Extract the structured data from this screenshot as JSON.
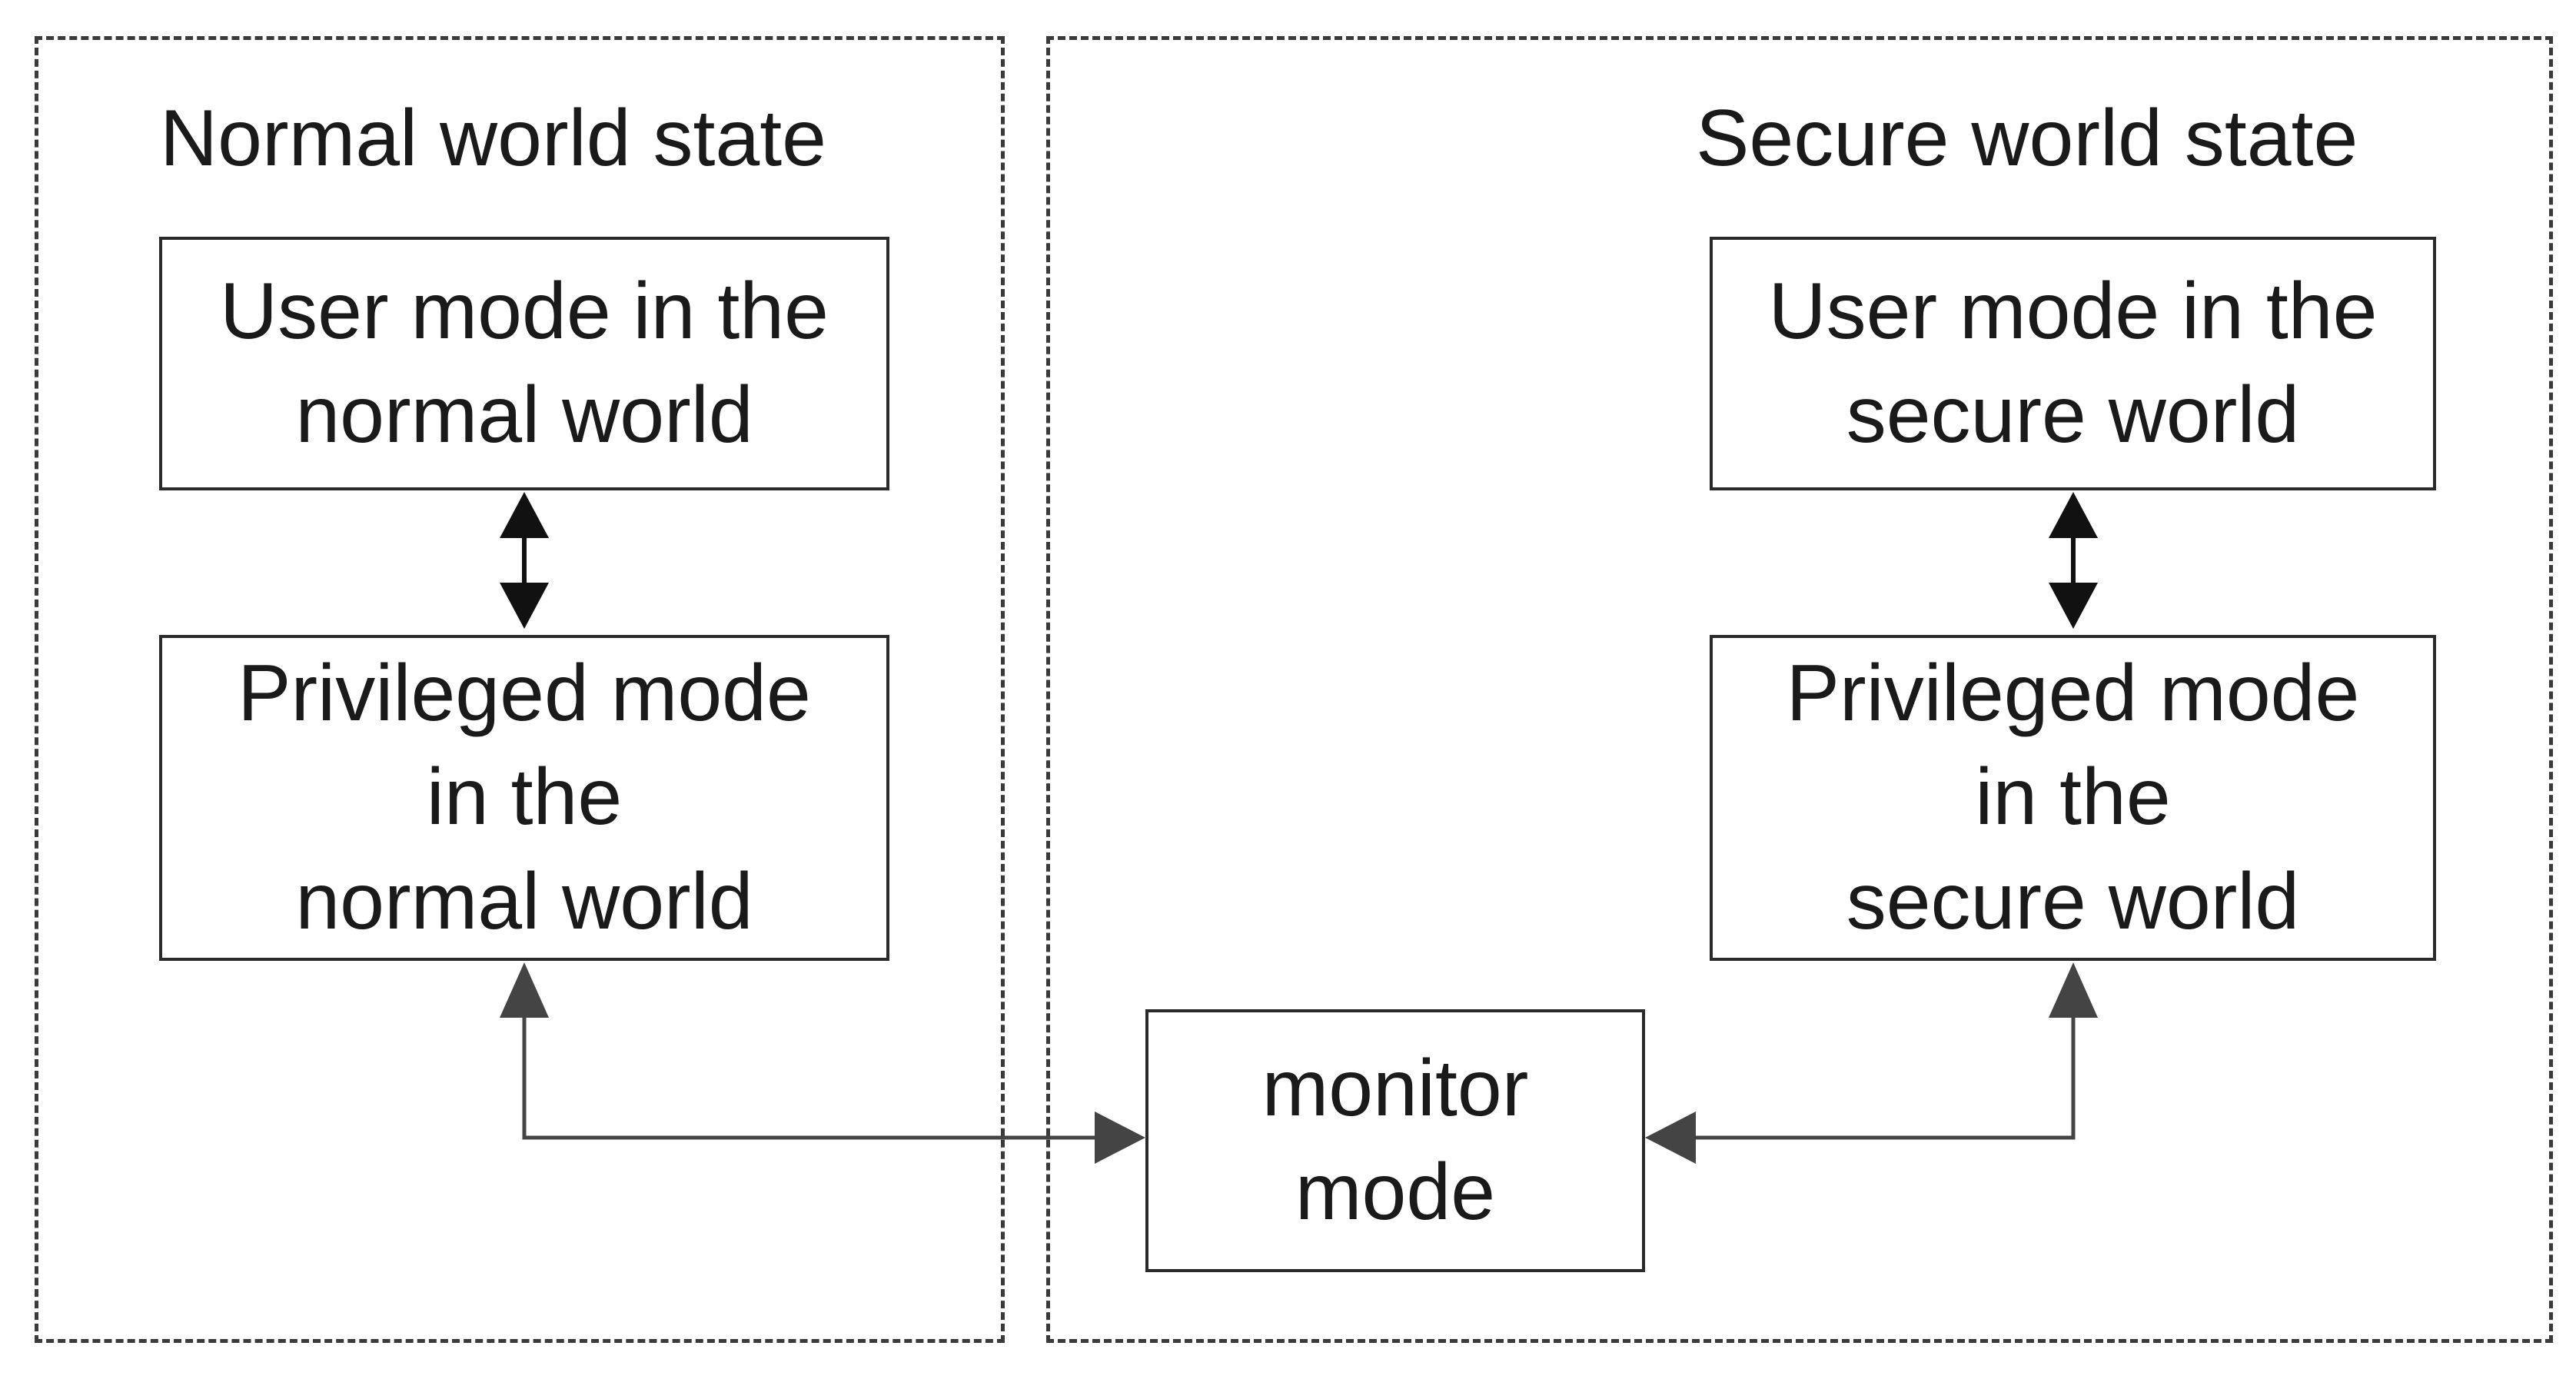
{
  "regions": {
    "normal": {
      "title": "Normal world state"
    },
    "secure": {
      "title": "Secure world state"
    }
  },
  "boxes": {
    "normal_user": "User mode in the\nnormal world",
    "normal_privileged": "Privileged mode\nin the\nnormal world",
    "secure_user": "User mode in the\nsecure world",
    "secure_privileged": "Privileged mode\nin the\nsecure world",
    "monitor": "monitor\nmode"
  },
  "colors": {
    "dashed_border": "#3a3a3a",
    "box_border": "#2a2a2a",
    "connector": "#444444",
    "vertical_arrow": "#111111"
  }
}
